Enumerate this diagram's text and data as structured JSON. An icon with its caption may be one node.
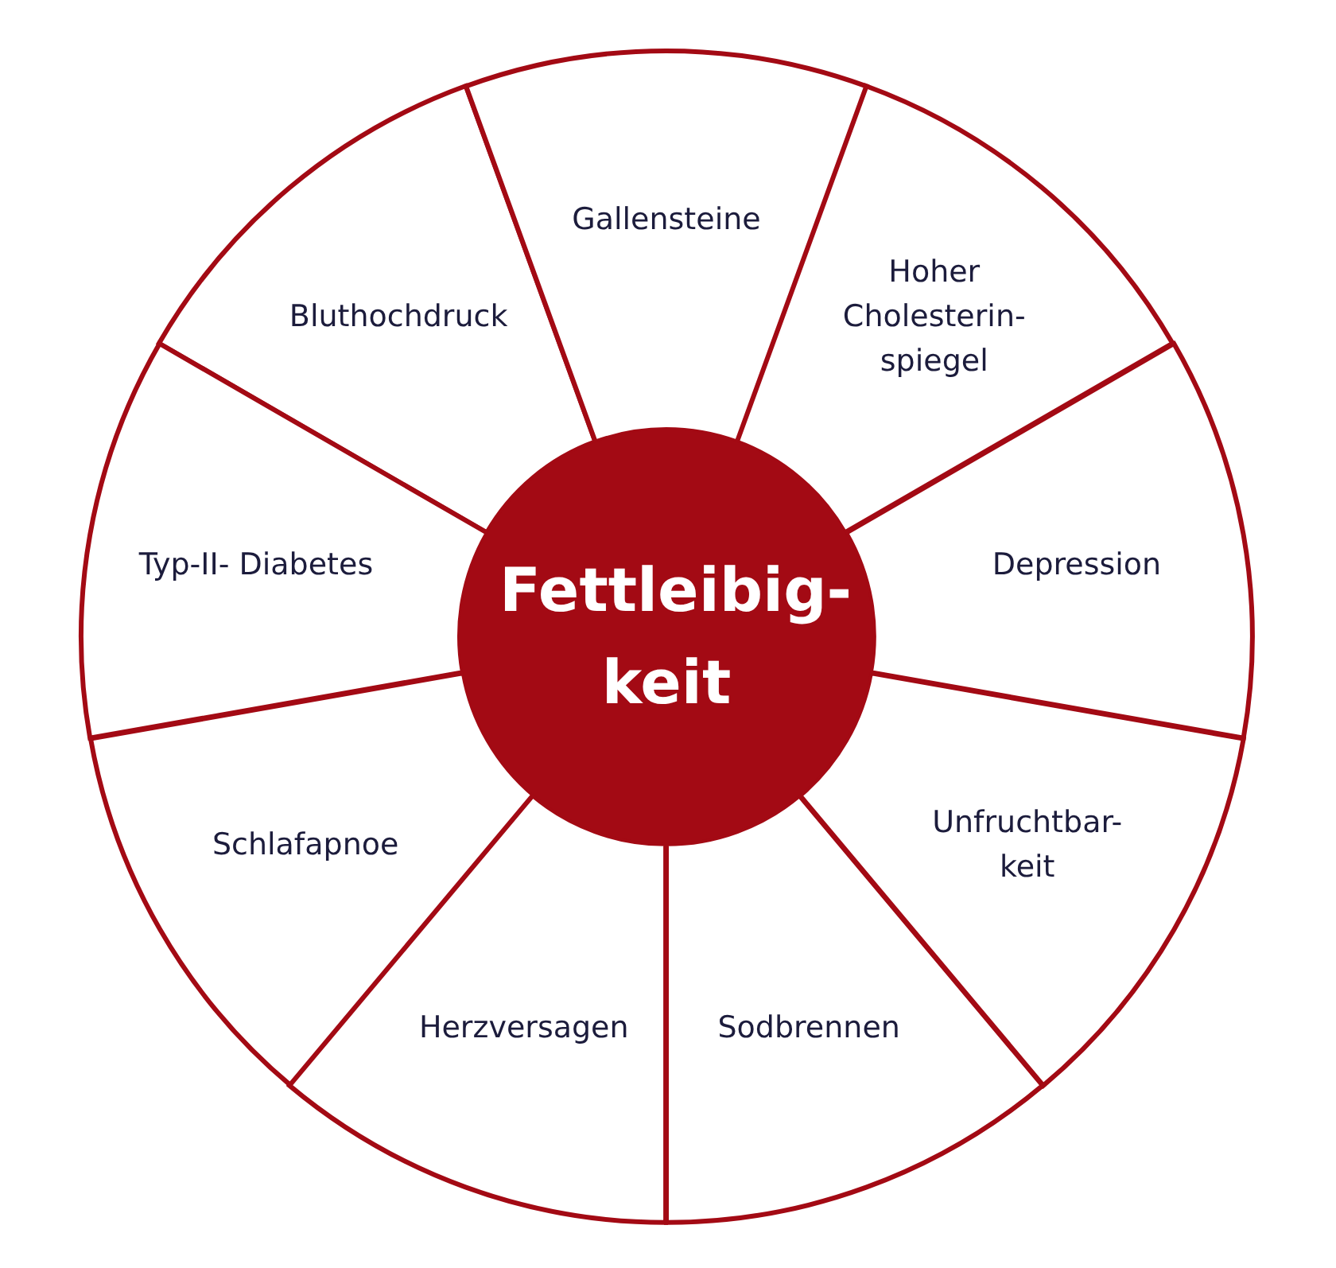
{
  "diagram": {
    "nodes": [
      {
        "text": [
          "Fettleibig- keit"
        ]
      },
      {
        "text": [
          "Gallensteine"
        ]
      },
      {
        "text": [
          "Hoher Cholesterin- spiegel"
        ]
      },
      {
        "text": [
          "Depression"
        ]
      },
      {
        "text": [
          "Unfruchtbar- keit"
        ]
      },
      {
        "text": [
          "Sodbrennen"
        ]
      },
      {
        "text": [
          "Herzversagen"
        ]
      },
      {
        "text": [
          "Schlafapnoe"
        ]
      },
      {
        "text": [
          "Typ-II- Diabetes"
        ]
      },
      {
        "text": [
          "Bluthochdruck"
        ]
      }
    ]
  }
}
